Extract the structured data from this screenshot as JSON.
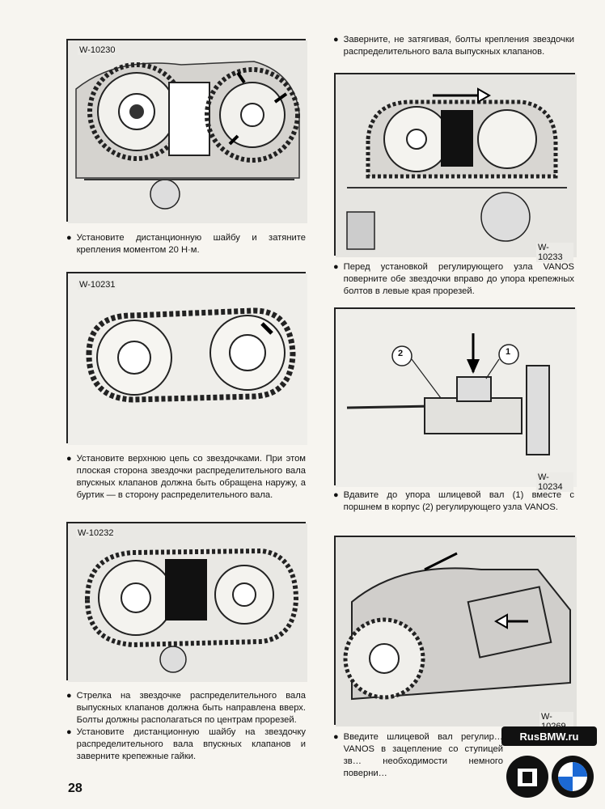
{
  "page_number": "28",
  "figures": [
    {
      "id": "W-10230"
    },
    {
      "id": "W-10231"
    },
    {
      "id": "W-10232"
    },
    {
      "id": "W-10233"
    },
    {
      "id": "W-10234",
      "callouts": [
        "1",
        "2"
      ]
    },
    {
      "id": "W-10269"
    }
  ],
  "captions": {
    "c1": "Установите дистанционную шайбу и затяните крепления моментом 20 Н·м.",
    "c2": "Установите верхнюю цепь со звездочками. При этом плоская сторона звездочки распределительного вала впускных клапанов должна быть обращена наружу, а буртик — в сторону распределительного вала.",
    "c3a": "Стрелка на звездочке распределительного вала выпускных клапанов должна быть направлена вверх. Болты должны располагаться по центрам прорезей.",
    "c3b": "Установите дистанционную шайбу на звездочку распределительного вала впускных клапанов и заверните крепежные гайки.",
    "c4": "Заверните, не затягивая, болты крепления звездочки распределительного вала выпускных клапанов.",
    "c5": "Перед установкой регулирующего узла VANOS поверните обе звездочки вправо до упора крепежных болтов в левые края прорезей.",
    "c6": "Вдавите до упора шлицевой вал (1) вместе с поршнем в корпус (2) регулирующего узла VANOS.",
    "c7": "Введите шлицевой вал регулир… VANOS в зацепление со ступицей зв… необходимости немного поверни…"
  },
  "watermark": {
    "text": "RusBMW.ru"
  }
}
